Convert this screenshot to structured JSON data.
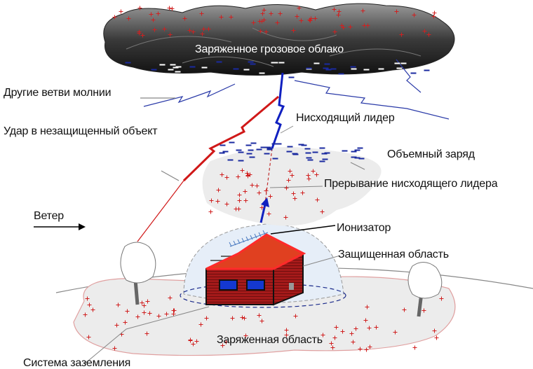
{
  "labels": {
    "cloud": "Заряженное грозовое облако",
    "other_branches": "Другие ветви молнии",
    "unprotected_strike": "Удар в незащищенный объект",
    "downward_leader": "Нисходящий лидер",
    "space_charge": "Объемный заряд",
    "leader_interruption": "Прерывание нисходящего лидера",
    "wind": "Ветер",
    "ionizer": "Ионизатор",
    "protected_area": "Защищенная область",
    "charged_area": "Заряженная область",
    "grounding_system": "Система заземления"
  },
  "colors": {
    "positive_charge": "#d02020",
    "negative_charge": "#1a2aa0",
    "leader": "#1020c0",
    "strike": "#d01818",
    "house_wall": "#a01818",
    "roof": "#e83020"
  }
}
